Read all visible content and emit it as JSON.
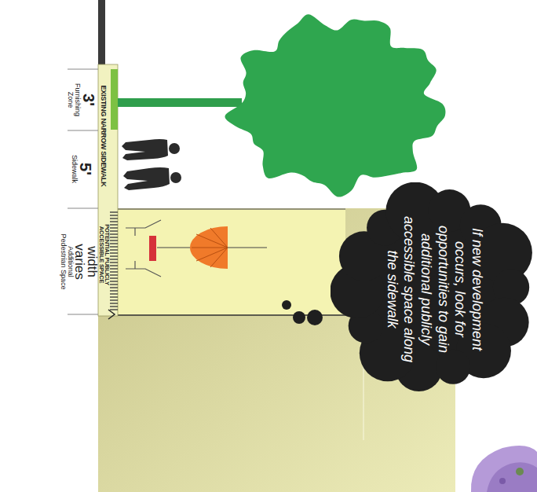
{
  "diagram": {
    "nodes": [
      {
        "text": [
          "If new development occurs, look for opportunities to gain additional publicly accessible space along the sidewalk"
        ]
      }
    ],
    "labels": [
      "EXISTING NARROW SIDEWALK",
      "3'",
      "Furnishing Zone",
      "5'",
      "Sidewalk",
      "POTENTIAL PUBLICLY ACCESSIBLE SPACE",
      "width varies",
      "Additional Pedestrian Space"
    ]
  }
}
